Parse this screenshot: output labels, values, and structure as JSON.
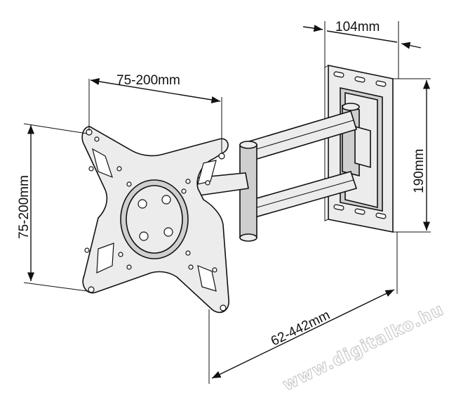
{
  "dimensions": {
    "depth": "104mm",
    "plate_height": "190mm",
    "vesa_horizontal": "75-200mm",
    "vesa_vertical": "75-200mm",
    "extension": "62-442mm"
  },
  "watermark": "www.digitalko.hu",
  "colors": {
    "line": "#111111",
    "part_fill": "#ececec",
    "watermark_stroke": "#c9c9c9"
  }
}
